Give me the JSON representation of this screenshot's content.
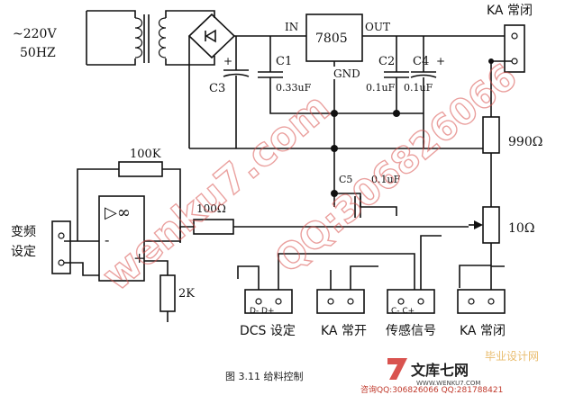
{
  "source": {
    "label_line1": "~220V",
    "label_line2": "50HZ"
  },
  "regulator": {
    "name": "7805",
    "in": "IN",
    "out": "OUT",
    "gnd": "GND"
  },
  "capacitors": {
    "c1": {
      "name": "C1",
      "value": "0.33uF"
    },
    "c2": {
      "name": "C2",
      "value": "0.1uF"
    },
    "c3": {
      "name": "C3"
    },
    "c4": {
      "name": "C4",
      "value": "0.1uF"
    },
    "c5": {
      "name": "C5",
      "value": "0.1uF"
    },
    "plus": "+"
  },
  "resistors": {
    "r100k": "100K",
    "r100": "100Ω",
    "r2k": "2K",
    "r990": "990Ω",
    "r10": "10Ω"
  },
  "opamp": {
    "symbol": "▷∞",
    "minus": "-",
    "plus": "+"
  },
  "terminals": {
    "freq_line1": "变频",
    "freq_line2": "设定",
    "dcs": "DCS 设定",
    "dcs_pins": "D-  D+",
    "ka_open": "KA 常开",
    "sensor": "传感信号",
    "sensor_pins": "C-  C+",
    "ka_closed_bottom": "KA 常闭",
    "ka_closed_top": "KA 常闭"
  },
  "caption": "图 3.11 给料控制",
  "watermark": {
    "text1": "wenku7.com",
    "text2": "QQ:306826066",
    "brand": "文库七网",
    "url": "WWW.WENKU7.COM",
    "contact": "咨询QQ:306826066 QQ:281788421",
    "corner": "毕业设计网"
  }
}
